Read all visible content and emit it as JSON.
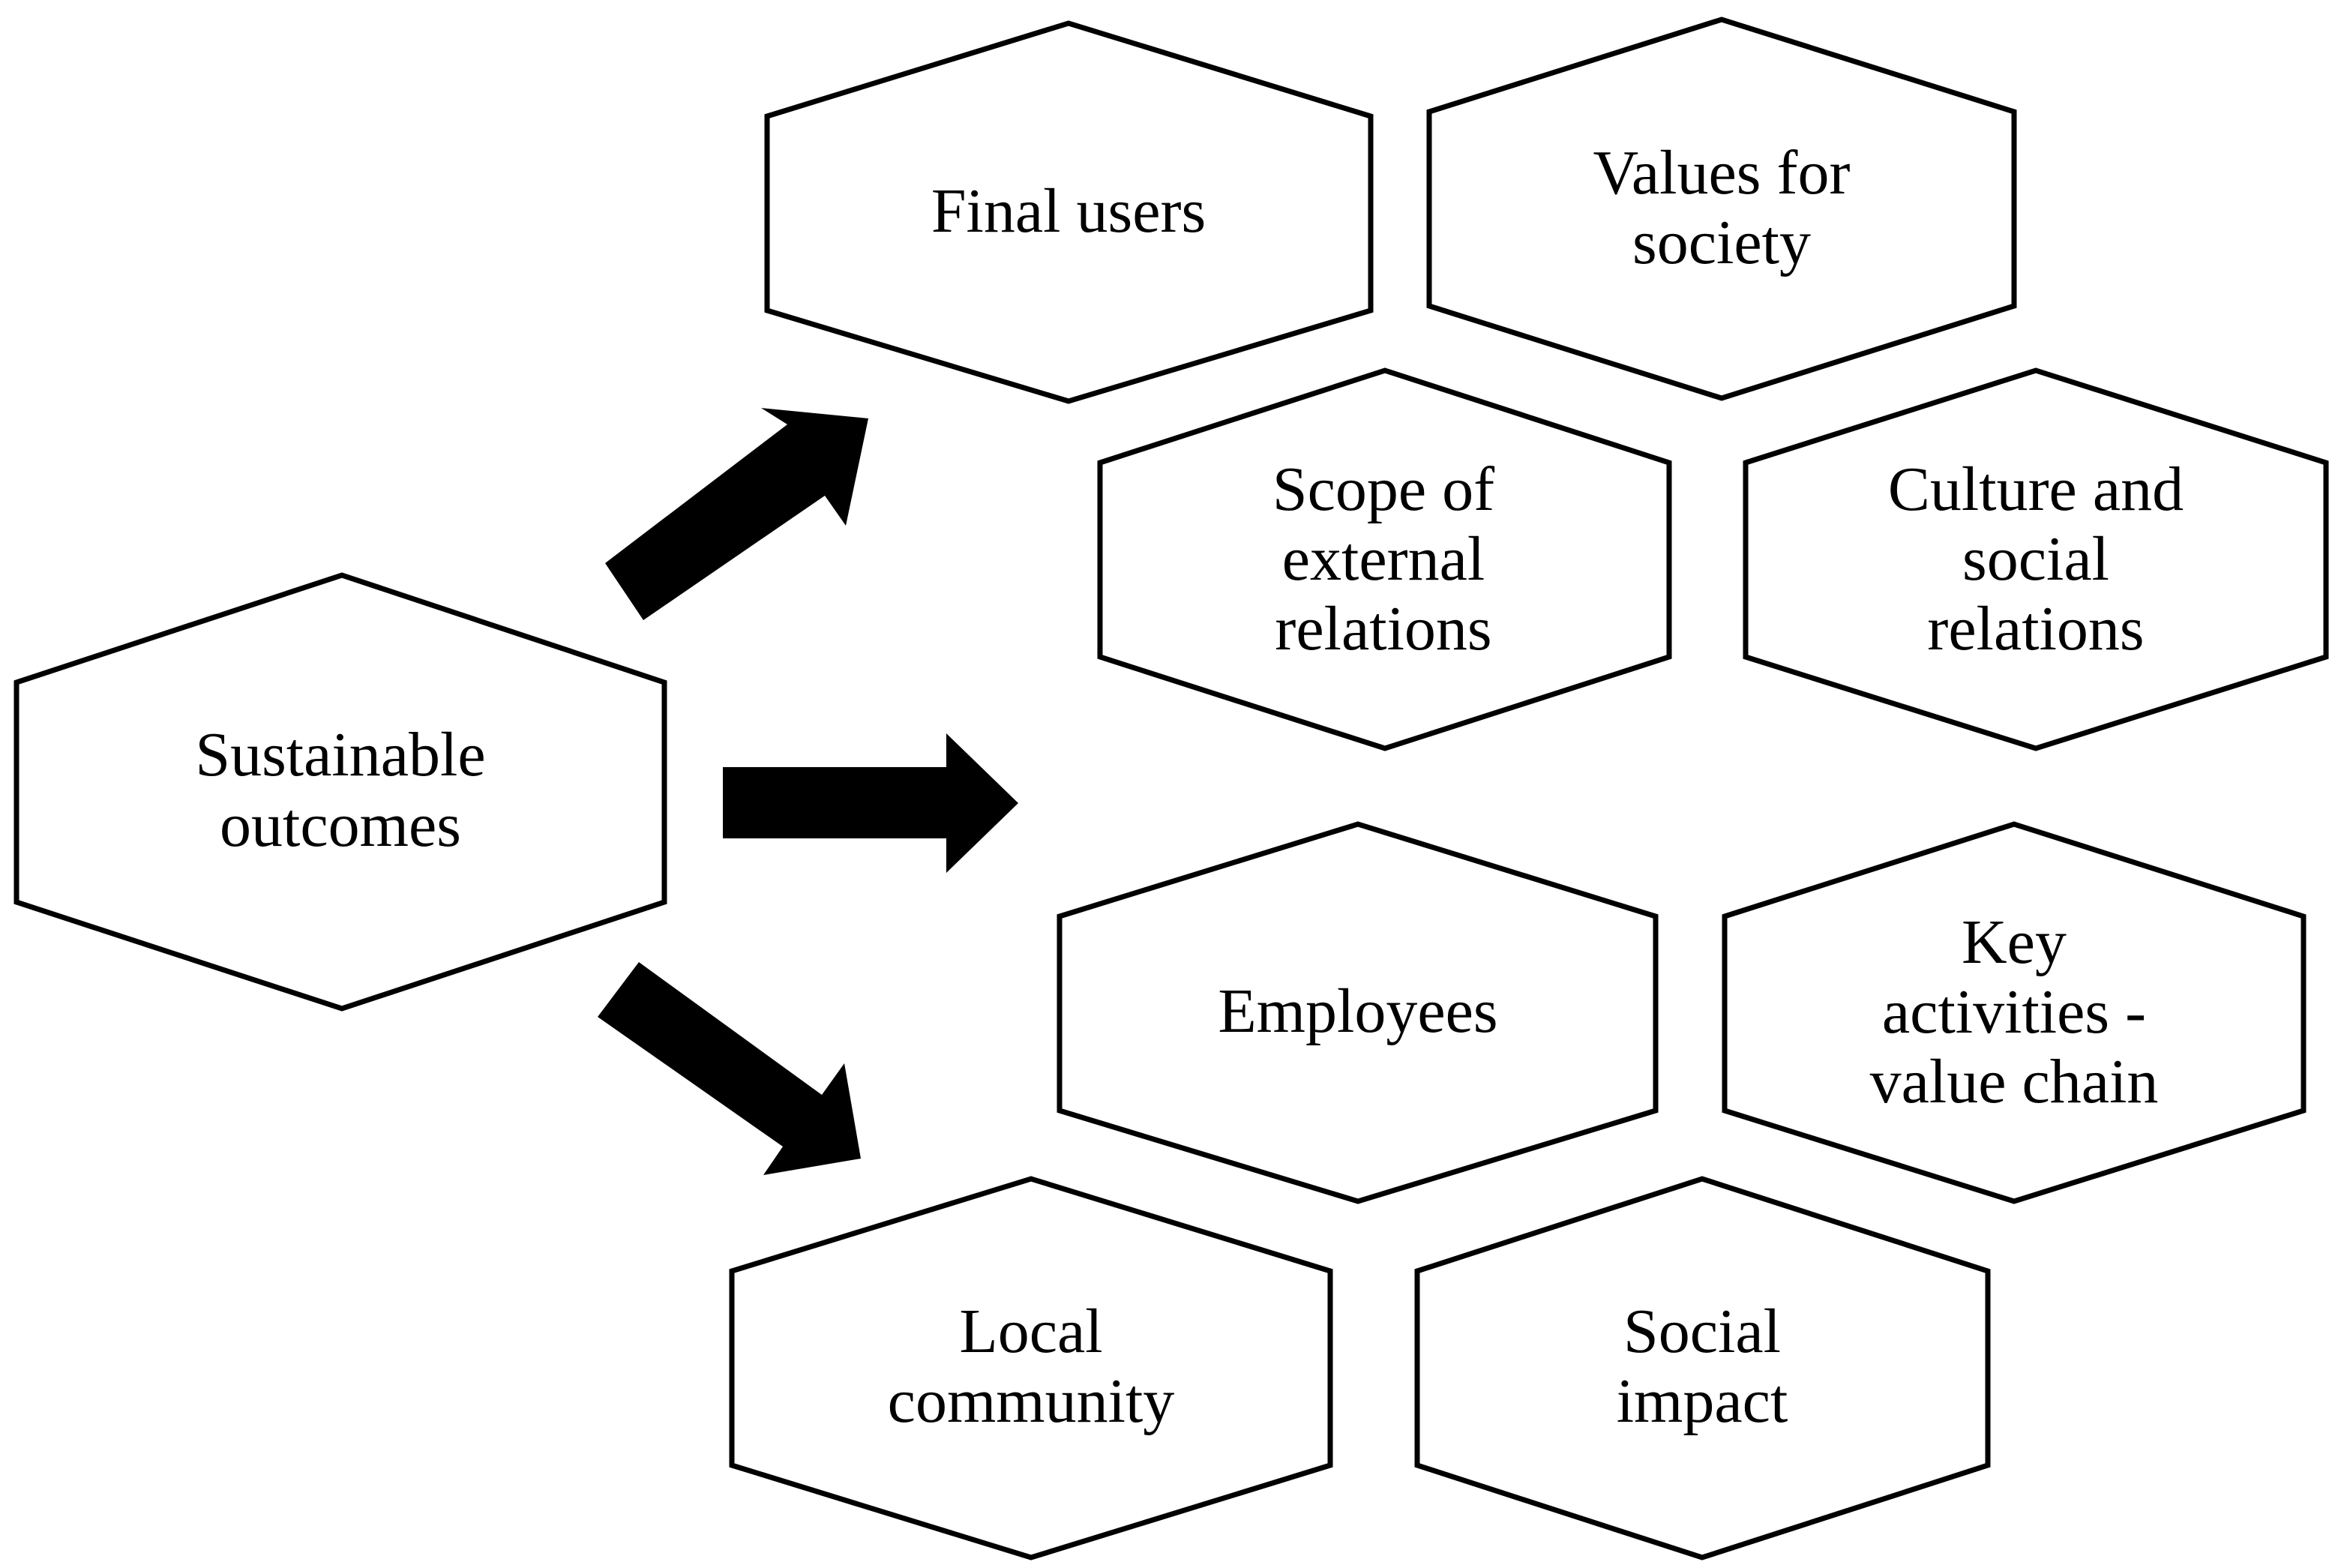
{
  "colors": {
    "background": "#ffffff",
    "stroke": "#000000",
    "arrow": "#000000"
  },
  "nodes": {
    "sustainable_outcomes": {
      "lines": [
        "Sustainable",
        "outcomes"
      ]
    },
    "final_users": {
      "lines": [
        "Final users"
      ]
    },
    "values_for_society": {
      "lines": [
        "Values for",
        "society"
      ]
    },
    "scope_external_relations": {
      "lines": [
        "Scope of",
        "external",
        "relations"
      ]
    },
    "culture_social_relations": {
      "lines": [
        "Culture and",
        "social",
        "relations"
      ]
    },
    "employees": {
      "lines": [
        "Employees"
      ]
    },
    "key_activities": {
      "lines": [
        "Key",
        "activities -",
        "value chain"
      ]
    },
    "local_community": {
      "lines": [
        "Local",
        "community"
      ]
    },
    "social_impact": {
      "lines": [
        "Social",
        "impact"
      ]
    }
  },
  "arrows": [
    {
      "from": "sustainable_outcomes",
      "direction": "up-right"
    },
    {
      "from": "sustainable_outcomes",
      "direction": "right"
    },
    {
      "from": "sustainable_outcomes",
      "direction": "down-right"
    }
  ]
}
